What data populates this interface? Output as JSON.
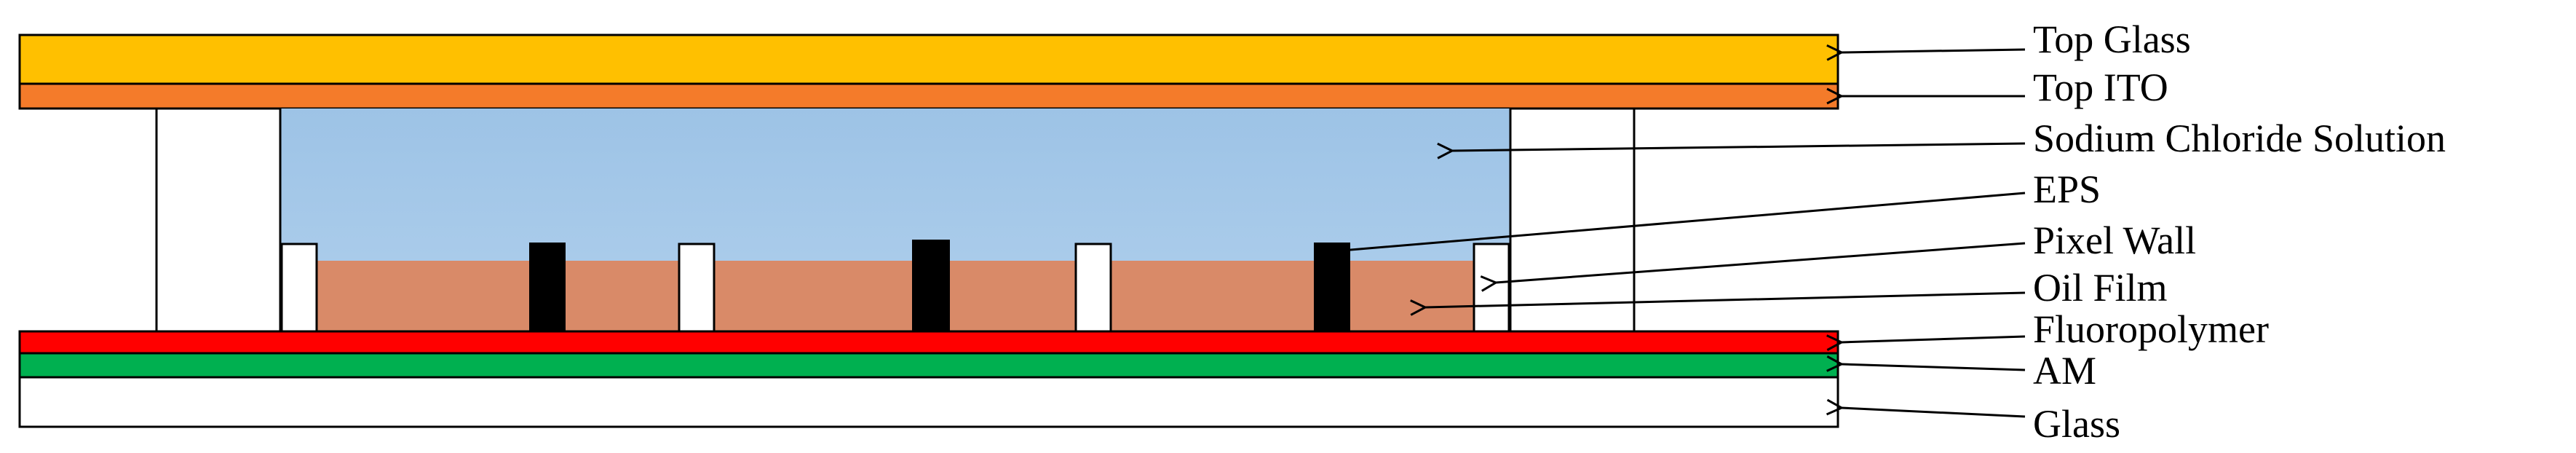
{
  "labels": {
    "top_glass": "Top Glass",
    "top_ito": "Top ITO",
    "sodium_chloride": "Sodium Chloride Solution",
    "eps": "EPS",
    "pixel_wall": "Pixel Wall",
    "oil_film": "Oil Film",
    "fluoropolymer": "Fluoropolymer",
    "am": "AM",
    "glass": "Glass"
  },
  "colors": {
    "top_glass": "#FFC000",
    "top_ito": "#F47B2A",
    "solution": "#A4C8E9",
    "oil_film": "#D98A68",
    "eps": "#000000",
    "pixel_wall": "#FFFFFF",
    "fluoropolymer": "#FF0000",
    "am": "#00B050",
    "glass": "#FFFFFF",
    "outline": "#000000"
  }
}
